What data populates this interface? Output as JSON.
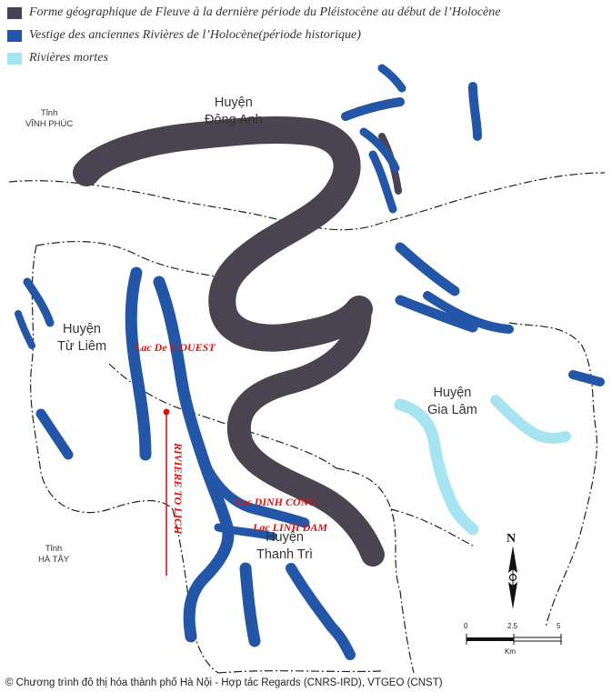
{
  "legend": [
    {
      "label_prefix": "Forme géographique de Fleuve à la dernière période du Pléistocène au début de l’Holocène",
      "label_suffix": "",
      "color": "#4a4352"
    },
    {
      "label_prefix": "Vestige des anciennes Rivières de l’Holocène(période historique)",
      "label_suffix": "",
      "color": "#2456a8"
    },
    {
      "label_prefix": "Rivières mortes",
      "label_suffix": "",
      "color": "#a6e4f2"
    }
  ],
  "districts": {
    "dong_anh": {
      "line1": "Huyện",
      "line2": "Đông Anh"
    },
    "tu_liem": {
      "line1": "Huyện",
      "line2": "Từ Liêm"
    },
    "gia_lam": {
      "line1": "Huyện",
      "line2": "Gia Lâm"
    },
    "thanh_tri": {
      "line1": "Huyện",
      "line2": "Thanh Trì"
    },
    "vinh_phuc": {
      "line1": "Tỉnh",
      "line2": "VĨNH PHÚC"
    },
    "ha_tay": {
      "line1": "Tỉnh",
      "line2": "HÀ TÂY"
    }
  },
  "lakes": {
    "ouest": "Lac De L’OUEST",
    "dinh_cong": "Lac DINH CONG",
    "linh_dam": "Lac LINH DAM"
  },
  "river_label": "RIVIERE TO LICH",
  "compass": {
    "north": "N"
  },
  "scale": {
    "ticks": [
      "0",
      "2.5",
      "5"
    ],
    "unit": "Km"
  },
  "credit": "© Chương trình đô thị hóa thành phố Hà Nội - Hợp tác Regards (CNRS-IRD), VTGEO (CNST)",
  "colors": {
    "paleo_river": "#4a4352",
    "historic_river": "#2456a8",
    "dead_river": "#a6e4f2",
    "label_red": "#e01010"
  }
}
